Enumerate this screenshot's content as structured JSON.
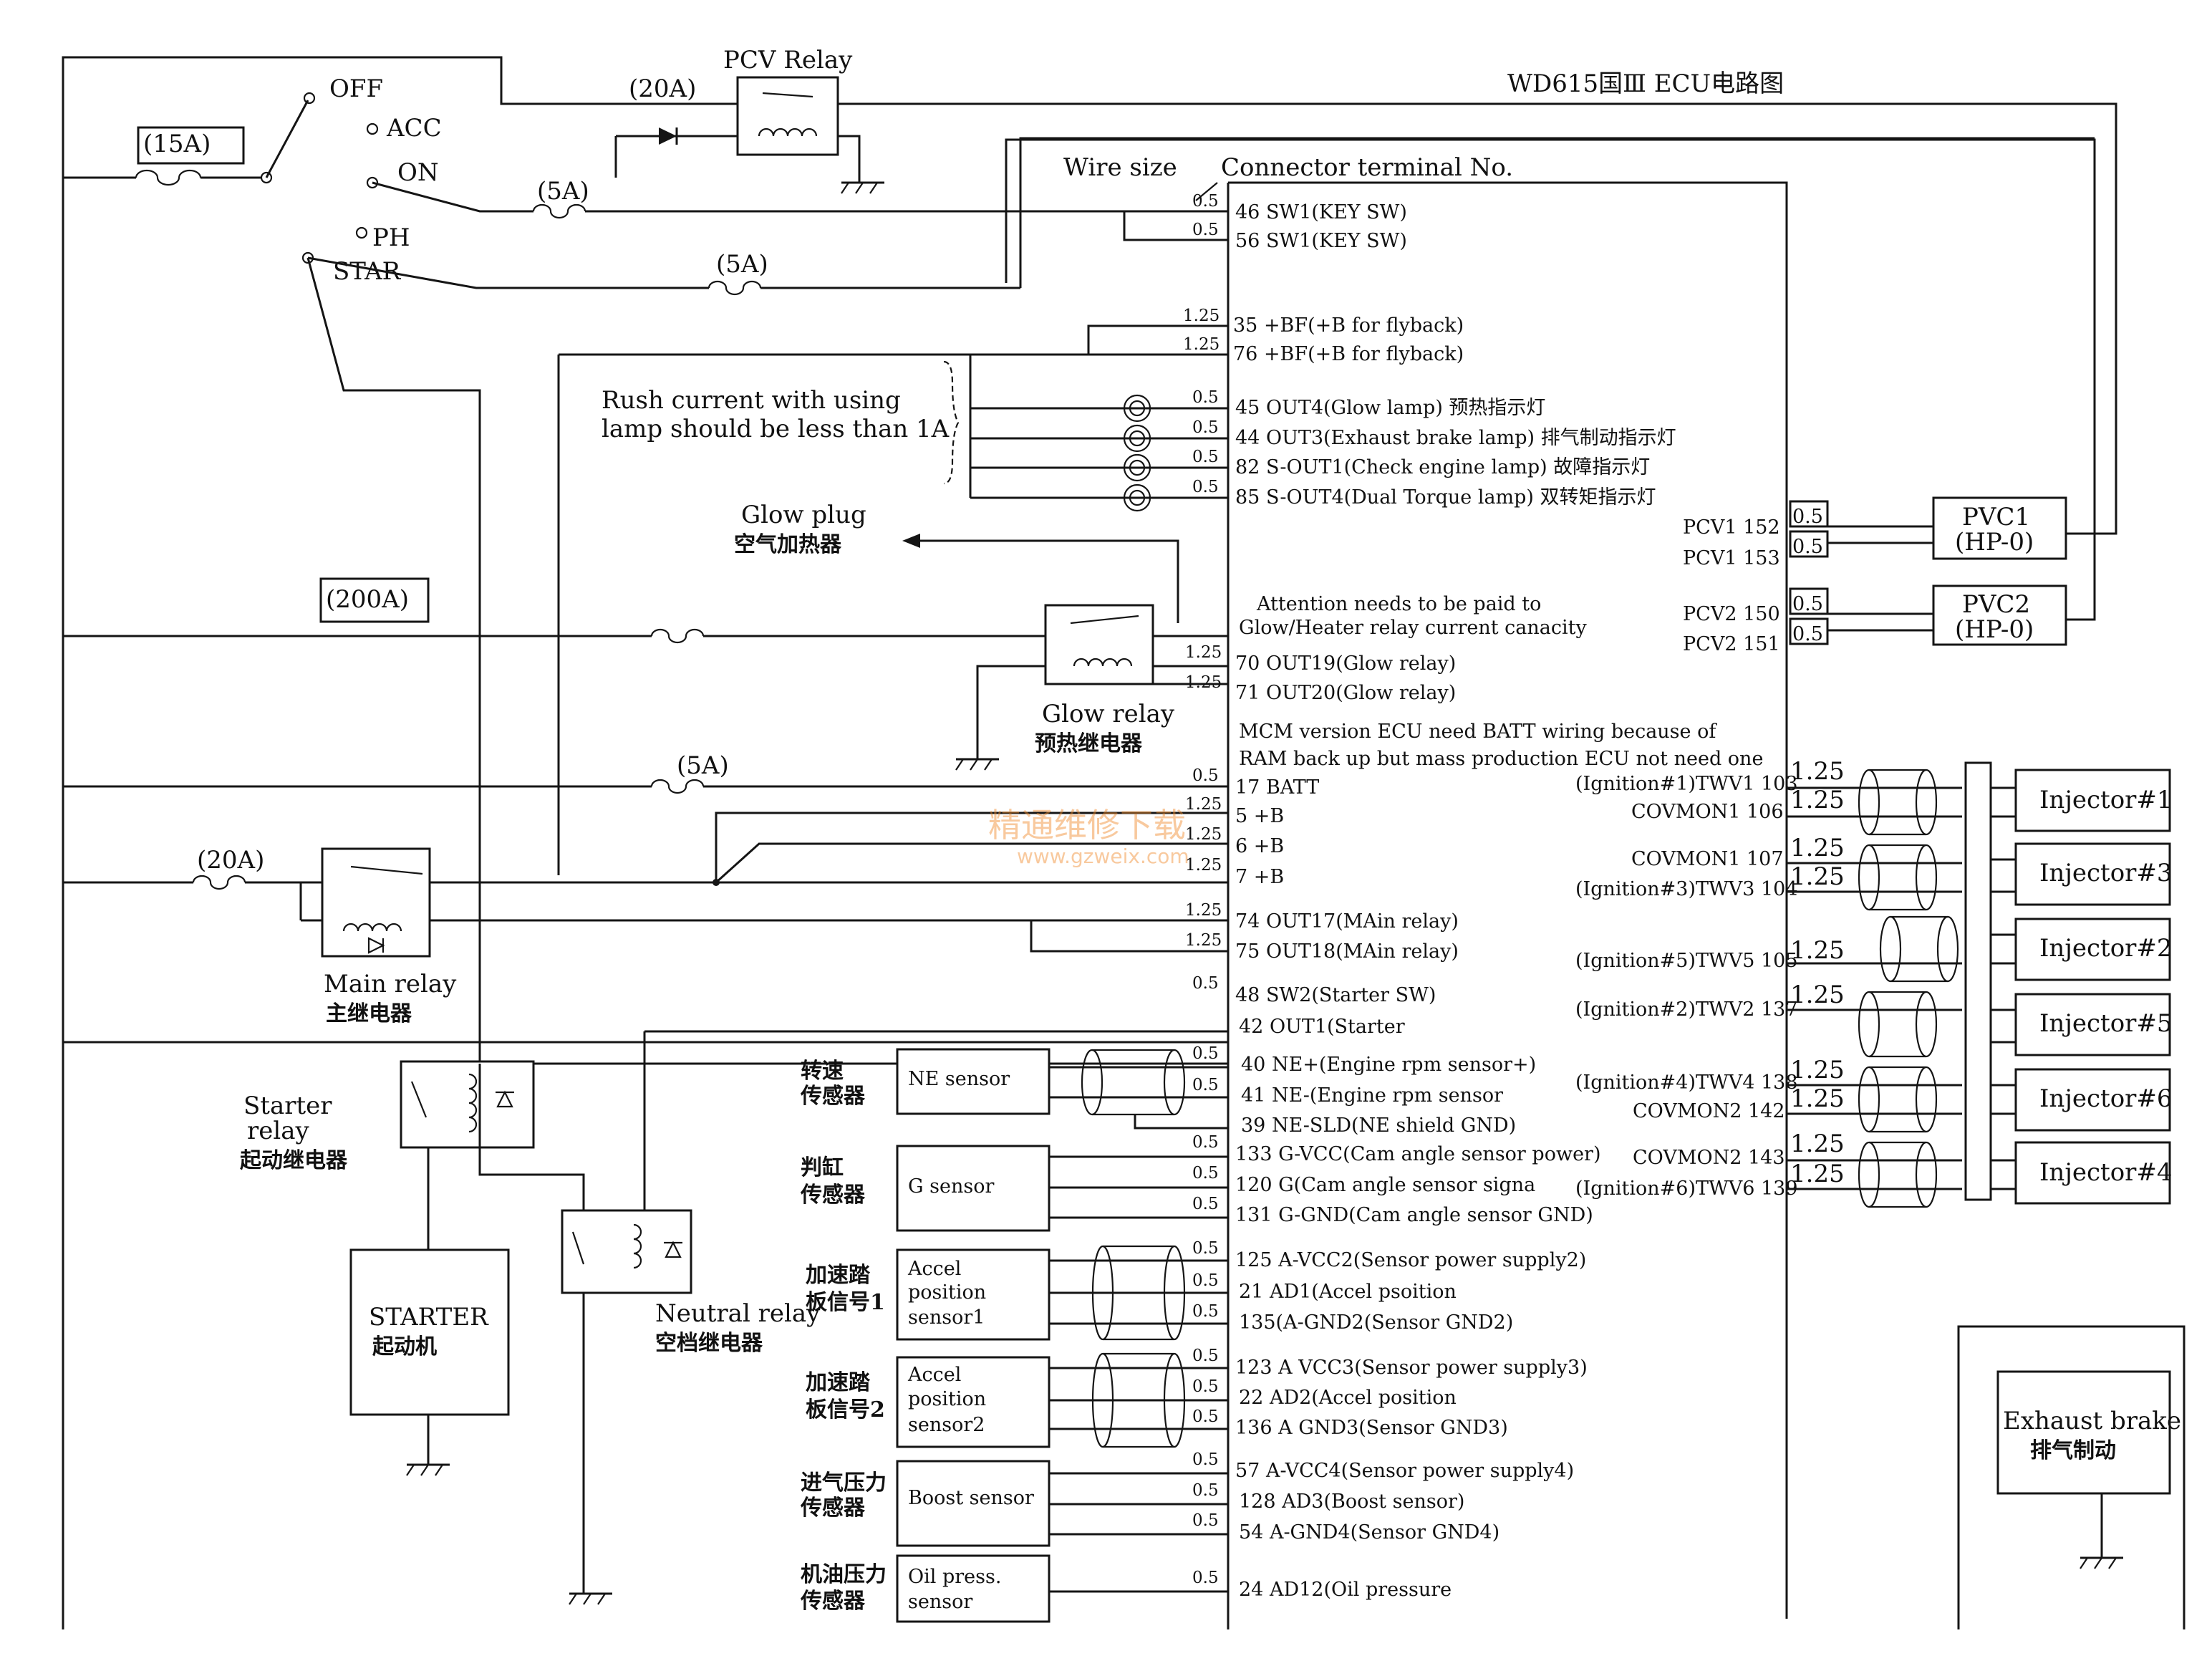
{
  "title": "WD615国Ⅲ ECU电路图",
  "ignition_switch": {
    "positions": [
      "OFF",
      "ACC",
      "ON",
      "PH",
      "STAR"
    ]
  },
  "fuses": {
    "key": "(15A)",
    "pcv": "(20A)",
    "on": "(5A)",
    "start": "(5A)",
    "glow": "(200A)",
    "batt": "(5A)",
    "main": "(20A)"
  },
  "relays": {
    "pcv": "PCV Relay",
    "glow": {
      "en": "Glow relay",
      "zh": "预热继电器"
    },
    "main": {
      "en": "Main relay",
      "zh": "主继电器"
    },
    "starter": {
      "en1": "Starter",
      "en2": "relay",
      "zh": "起动继电器"
    },
    "neutral": {
      "en": "Neutral relay",
      "zh": "空档继电器"
    }
  },
  "glow_plug": {
    "en": "Glow plug",
    "zh": "空气加热器"
  },
  "notes": {
    "wire_size": "Wire size",
    "connector": "Connector terminal No.",
    "rush1": "Rush current with using",
    "rush2": "lamp should be less than 1A",
    "attention1": "Attention needs to be paid to",
    "attention2": "Glow/Heater relay current canacity",
    "mcm1": "MCM version ECU need  BATT  wiring because of",
    "mcm2": "RAM back up but mass production ECU not need one"
  },
  "starter": {
    "en": "STARTER",
    "zh": "起动机"
  },
  "exhaust_brake": {
    "en": "Exhaust brake",
    "zh": "排气制动"
  },
  "watermark": {
    "cn": "精通维修下载",
    "url": "www.gzweix.com"
  },
  "ecu_left_pins": [
    {
      "ws": "0.5",
      "label": "46 SW1(KEY SW)"
    },
    {
      "ws": "0.5",
      "label": "56 SW1(KEY SW)"
    },
    {
      "ws": "1.25",
      "label": "35 +BF(+B for flyback)"
    },
    {
      "ws": "1.25",
      "label": "76 +BF(+B for flyback)"
    },
    {
      "ws": "0.5",
      "label": "45 OUT4(Glow lamp) 预热指示灯"
    },
    {
      "ws": "0.5",
      "label": "44 OUT3(Exhaust brake lamp) 排气制动指示灯"
    },
    {
      "ws": "0.5",
      "label": "82 S-OUT1(Check engine lamp) 故障指示灯"
    },
    {
      "ws": "0.5",
      "label": "85 S-OUT4(Dual Torque lamp) 双转矩指示灯"
    },
    {
      "ws": "1.25",
      "label": "70 OUT19(Glow relay)"
    },
    {
      "ws": "1.25",
      "label": "71 OUT20(Glow relay)"
    },
    {
      "ws": "0.5",
      "label": "17 BATT"
    },
    {
      "ws": "1.25",
      "label": "5   +B"
    },
    {
      "ws": "1.25",
      "label": "6   +B"
    },
    {
      "ws": "1.25",
      "label": "7   +B"
    },
    {
      "ws": "1.25",
      "label": "74 OUT17(MAin relay)"
    },
    {
      "ws": "1.25",
      "label": "75 OUT18(MAin relay)"
    },
    {
      "ws": "0.5",
      "label": "48 SW2(Starter SW)"
    },
    {
      "ws": "",
      "label": "42 OUT1(Starter"
    },
    {
      "ws": "0.5",
      "label": "40 NE+(Engine rpm sensor+)"
    },
    {
      "ws": "0.5",
      "label": "41 NE-(Engine rpm sensor"
    },
    {
      "ws": "",
      "label": "39 NE-SLD(NE shield GND)"
    },
    {
      "ws": "0.5",
      "label": "133 G-VCC(Cam angle sensor power)"
    },
    {
      "ws": "0.5",
      "label": "120 G(Cam angle sensor signa"
    },
    {
      "ws": "0.5",
      "label": "131 G-GND(Cam angle sensor GND)"
    },
    {
      "ws": "0.5",
      "label": "125 A-VCC2(Sensor power supply2)"
    },
    {
      "ws": "0.5",
      "label": "21 AD1(Accel psoition"
    },
    {
      "ws": "0.5",
      "label": "135(A-GND2(Sensor GND2)"
    },
    {
      "ws": "0.5",
      "label": "123 A  VCC3(Sensor power supply3)"
    },
    {
      "ws": "0.5",
      "label": "22 AD2(Accel position"
    },
    {
      "ws": "0.5",
      "label": "136 A GND3(Sensor GND3)"
    },
    {
      "ws": "0.5",
      "label": "57 A-VCC4(Sensor power supply4)"
    },
    {
      "ws": "0.5",
      "label": "128 AD3(Boost sensor)"
    },
    {
      "ws": "0.5",
      "label": "54 A-GND4(Sensor GND4)"
    },
    {
      "ws": "0.5",
      "label": "24 AD12(Oil pressure"
    }
  ],
  "ecu_right_pins": [
    {
      "ws": "0.5",
      "label": "PCV1 152"
    },
    {
      "ws": "0.5",
      "label": "PCV1 153"
    },
    {
      "ws": "0.5",
      "label": "PCV2 150"
    },
    {
      "ws": "0.5",
      "label": "PCV2 151"
    },
    {
      "ws": "1.25",
      "label": "(Ignition#1)TWV1 103"
    },
    {
      "ws": "1.25",
      "label": "COVMON1 106"
    },
    {
      "ws": "1.25",
      "label": "COVMON1 107"
    },
    {
      "ws": "1.25",
      "label": "(Ignition#3)TWV3 104"
    },
    {
      "ws": "1.25",
      "label": "(Ignition#5)TWV5 105"
    },
    {
      "ws": "1.25",
      "label": "(Ignition#2)TWV2 137"
    },
    {
      "ws": "1.25",
      "label": "(Ignition#4)TWV4 138"
    },
    {
      "ws": "1.25",
      "label": "COVMON2 142"
    },
    {
      "ws": "1.25",
      "label": "COVMON2 143"
    },
    {
      "ws": "1.25",
      "label": "(Ignition#6)TWV6 139"
    }
  ],
  "pcv": [
    {
      "name": "PVC1",
      "sub": "(HP-0)"
    },
    {
      "name": "PVC2",
      "sub": "(HP-0)"
    }
  ],
  "injectors": [
    "Injector#1",
    "Injector#3",
    "Injector#2",
    "Injector#5",
    "Injector#6",
    "Injector#4"
  ],
  "sensors": [
    {
      "zh": [
        "转速",
        "传感器"
      ],
      "box": [
        "NE sensor"
      ]
    },
    {
      "zh": [
        "判缸",
        "传感器"
      ],
      "box": [
        "G sensor"
      ]
    },
    {
      "zh": [
        "加速踏",
        "板信号1"
      ],
      "box": [
        "Accel",
        "position",
        "sensor1"
      ]
    },
    {
      "zh": [
        "加速踏",
        "板信号2"
      ],
      "box": [
        "Accel",
        "position",
        "sensor2"
      ]
    },
    {
      "zh": [
        "进气压力",
        "传感器"
      ],
      "box": [
        "Boost sensor"
      ]
    },
    {
      "zh": [
        "机油压力",
        "传感器"
      ],
      "box": [
        "Oil press.",
        "sensor"
      ]
    }
  ]
}
